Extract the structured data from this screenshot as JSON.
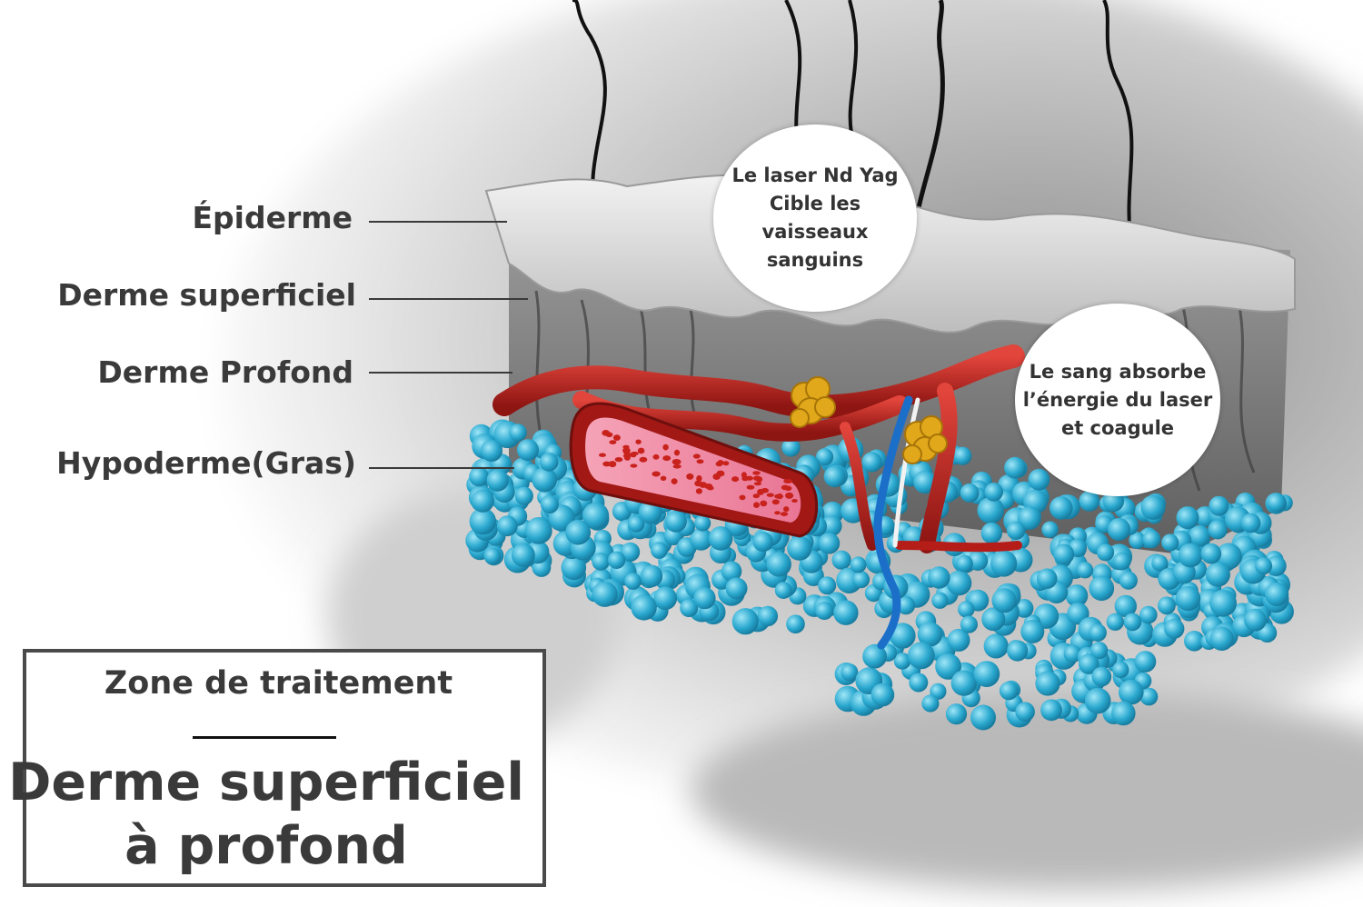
{
  "layers": [
    {
      "label": "Épiderme"
    },
    {
      "label": "Derme superficiel"
    },
    {
      "label": "Derme Profond"
    },
    {
      "label": "Hypoderme(Gras)"
    }
  ],
  "callouts": [
    {
      "lines": [
        "Le laser Nd Yag",
        "Cible les vaisseaux",
        "sanguins"
      ]
    },
    {
      "lines": [
        "Le sang absorbe",
        "l’énergie du laser",
        "et coagule"
      ]
    }
  ],
  "treatment_zone": {
    "heading": "Zone de traitement",
    "value_line1": "Derme superficiel",
    "value_line2": "à profond"
  },
  "colors": {
    "text": "#3a3a3a",
    "vessel": "#c0201c",
    "fat": "#2aa8cf",
    "nodule": "#e0a81a",
    "vein": "#1c6fc9"
  }
}
